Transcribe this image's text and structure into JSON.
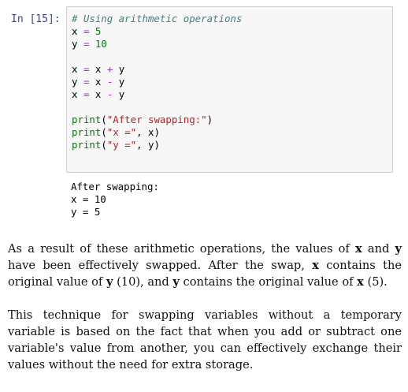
{
  "cell": {
    "prompt": "In [15]:",
    "code": {
      "comment": "# Using arithmetic operations",
      "l2": {
        "var": "x",
        "op": "=",
        "val": "5"
      },
      "l3": {
        "var": "y",
        "op": "=",
        "val": "10"
      },
      "l5": {
        "a": "x",
        "eq": "=",
        "b": "x",
        "op": "+",
        "c": "y"
      },
      "l6": {
        "a": "y",
        "eq": "=",
        "b": "x",
        "op": "-",
        "c": "y"
      },
      "l7": {
        "a": "x",
        "eq": "=",
        "b": "x",
        "op": "-",
        "c": "y"
      },
      "print1": {
        "fn": "print",
        "arg": "\"After swapping:\""
      },
      "print2": {
        "fn": "print",
        "arg": "\"x =\"",
        "rest": ", x)"
      },
      "print3": {
        "fn": "print",
        "arg": "\"y =\"",
        "rest": ", y)"
      }
    },
    "output": [
      "After swapping:",
      "x = 10",
      "y = 5"
    ]
  },
  "markdown": {
    "p1": {
      "t1": "As a result of these arithmetic operations, the values of ",
      "b1": "x",
      "t2": " and ",
      "b2": "y",
      "t3": " have been effectively swapped. After the swap, ",
      "b3": "x",
      "t4": " contains the original value of ",
      "b4": "y",
      "t5": " (10), and ",
      "b5": "y",
      "t6": " contains the original value of ",
      "b6": "x",
      "t7": " (5)."
    },
    "p2": "This technique for swapping variables without a temporary variable is based on the fact that when you add or subtract one variable's value from another, you can effectively exchange their values without the need for extra storage."
  }
}
